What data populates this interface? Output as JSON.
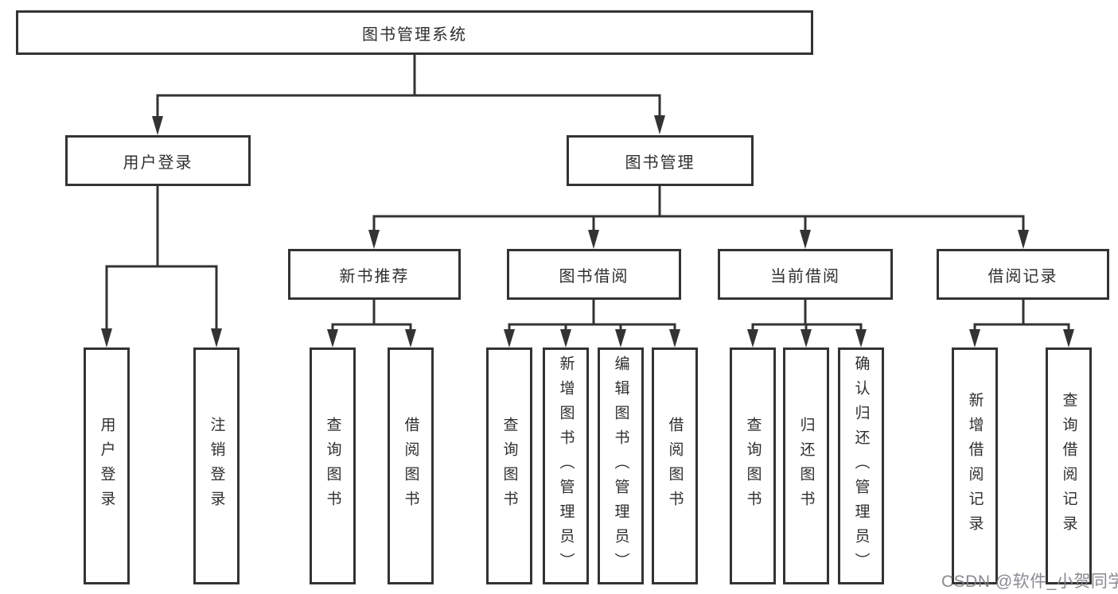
{
  "diagram": {
    "title": "图书管理系统",
    "root": {
      "label": "图书管理系统"
    },
    "level2": [
      {
        "label": "用户登录",
        "parent": "图书管理系统"
      },
      {
        "label": "图书管理",
        "parent": "图书管理系统"
      }
    ],
    "level3": [
      {
        "label": "新书推荐",
        "parent": "图书管理"
      },
      {
        "label": "图书借阅",
        "parent": "图书管理"
      },
      {
        "label": "当前借阅",
        "parent": "图书管理"
      },
      {
        "label": "借阅记录",
        "parent": "图书管理"
      }
    ],
    "leaves": [
      {
        "label": "用户登录",
        "parent": "用户登录"
      },
      {
        "label": "注销登录",
        "parent": "用户登录"
      },
      {
        "label": "查询图书",
        "parent": "新书推荐"
      },
      {
        "label": "借阅图书",
        "parent": "新书推荐"
      },
      {
        "label": "查询图书",
        "parent": "图书借阅"
      },
      {
        "label": "新增图书（管理员）",
        "parent": "图书借阅"
      },
      {
        "label": "编辑图书（管理员）",
        "parent": "图书借阅"
      },
      {
        "label": "借阅图书",
        "parent": "图书借阅"
      },
      {
        "label": "查询图书",
        "parent": "当前借阅"
      },
      {
        "label": "归还图书",
        "parent": "当前借阅"
      },
      {
        "label": "确认归还（管理员）",
        "parent": "当前借阅"
      },
      {
        "label": "新增借阅记录",
        "parent": "借阅记录"
      },
      {
        "label": "查询借阅记录",
        "parent": "借阅记录"
      }
    ]
  },
  "watermark": {
    "text": "CSDN @软件_小贺同学"
  },
  "colors": {
    "line": "#333333",
    "box_border": "#333333",
    "text": "#2f2f2f",
    "watermark": "#7d7d85",
    "background": "#ffffff"
  }
}
